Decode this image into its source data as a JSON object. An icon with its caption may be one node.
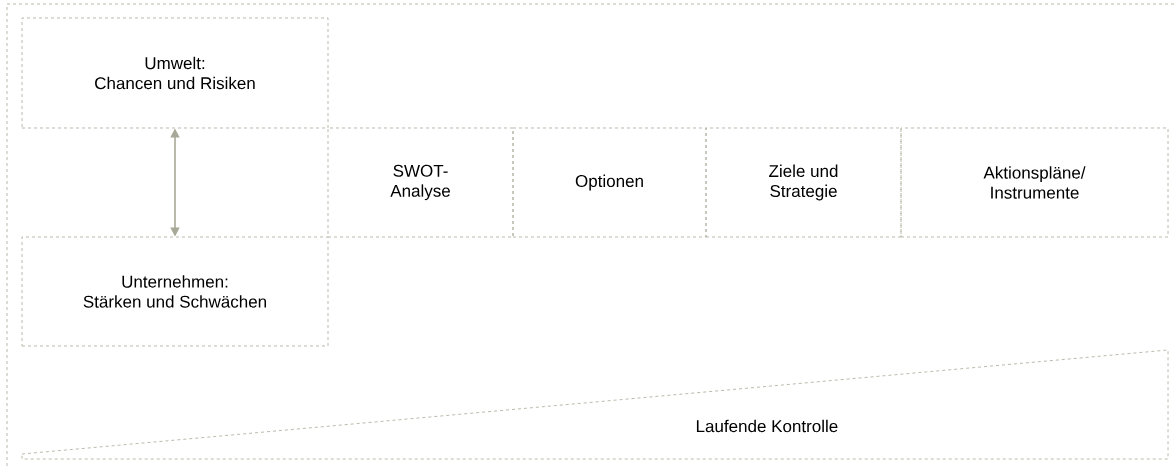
{
  "diagram": {
    "nodes": [
      {
        "text": [
          "Umwelt:",
          "Chancen und Risiken"
        ]
      },
      {
        "text": [
          "SWOT-Analyse"
        ]
      },
      {
        "text": [
          "Optionen"
        ]
      },
      {
        "text": [
          "Ziele und Strategie"
        ]
      },
      {
        "text": [
          "Aktionspläne/ Instrumente"
        ]
      },
      {
        "text": [
          "Unternehmen:",
          "Stärken und Schwächen"
        ]
      },
      {
        "text": [
          "Laufende Kontrolle"
        ]
      }
    ],
    "edges": [
      {
        "from": 0,
        "to": 5,
        "arrow": "both",
        "color": "#a8a898"
      }
    ]
  }
}
